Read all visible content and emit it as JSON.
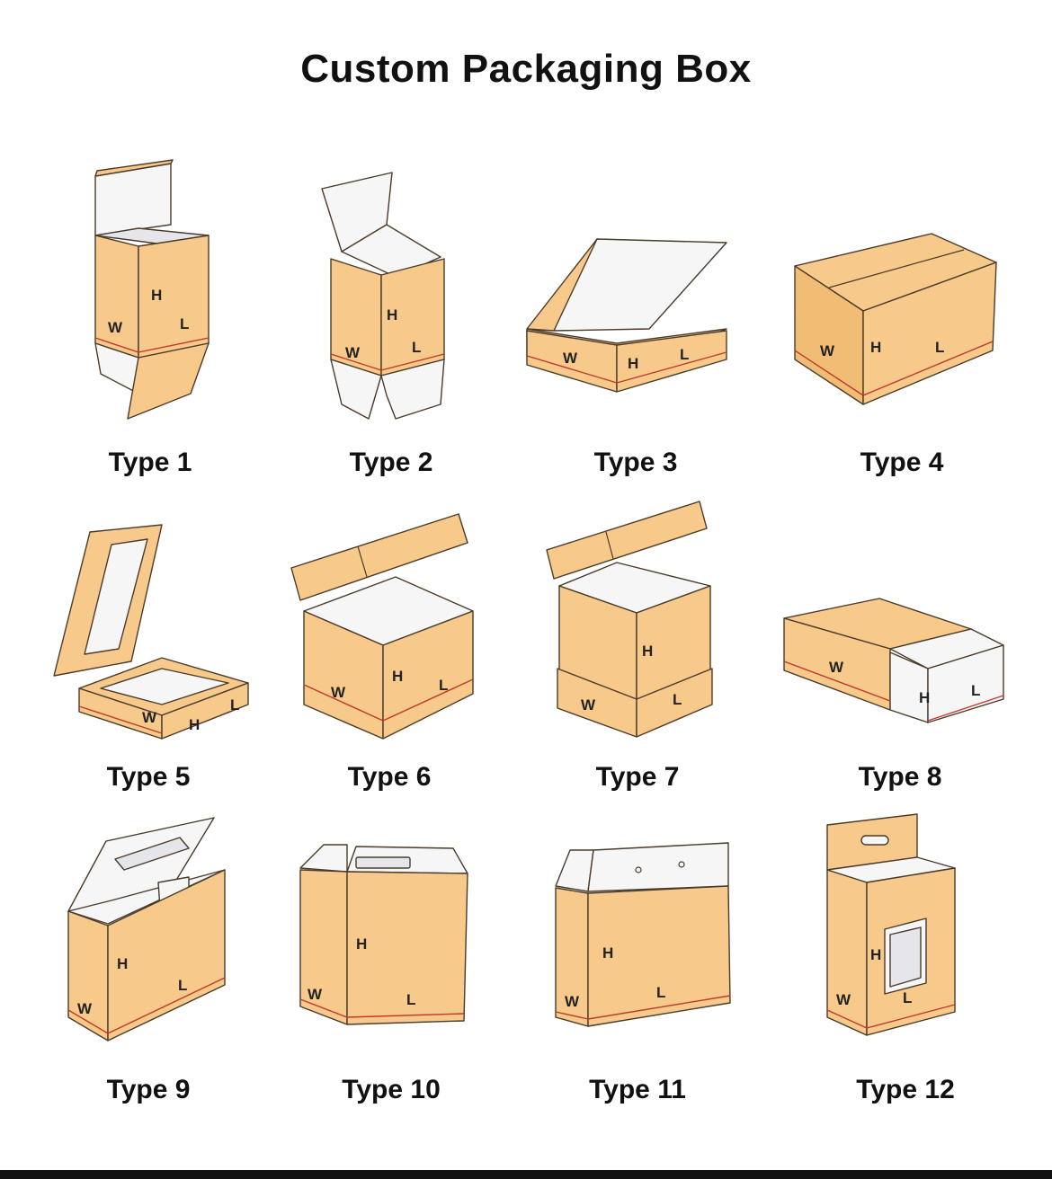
{
  "title": "Custom Packaging Box",
  "dimension_labels": {
    "width": "W",
    "height": "H",
    "length": "L"
  },
  "colors": {
    "cardboard": "#f7c98a",
    "inner": "#f6f6f7",
    "edge": "#4a3b2a",
    "crease": "#c0392b"
  },
  "box_types": [
    {
      "label": "Type 1"
    },
    {
      "label": "Type 2"
    },
    {
      "label": "Type 3"
    },
    {
      "label": "Type 4"
    },
    {
      "label": "Type 5"
    },
    {
      "label": "Type 6"
    },
    {
      "label": "Type 7"
    },
    {
      "label": "Type 8"
    },
    {
      "label": "Type 9"
    },
    {
      "label": "Type 10"
    },
    {
      "label": "Type 11"
    },
    {
      "label": "Type 12"
    }
  ]
}
